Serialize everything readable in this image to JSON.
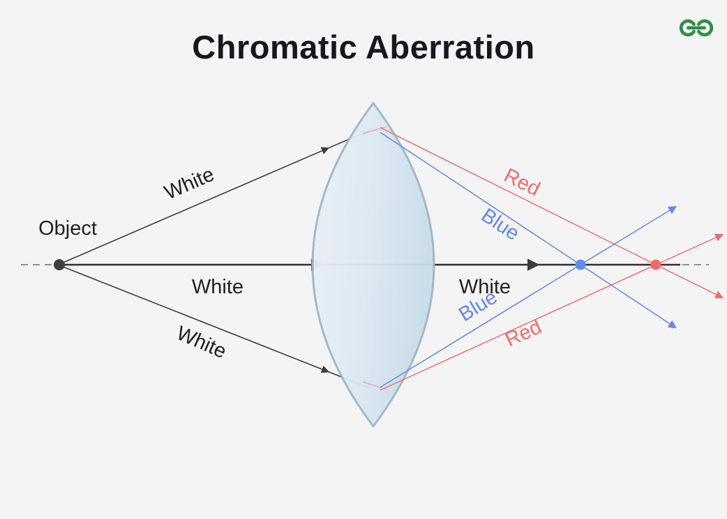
{
  "title": "Chromatic Aberration",
  "logo": {
    "alt": "GeeksforGeeks logo",
    "color": "#2f8d46"
  },
  "diagram": {
    "object_label": "Object",
    "labels": {
      "white_top": "White",
      "white_axis_left": "White",
      "white_bottom": "White",
      "white_axis_right": "White",
      "red_top": "Red",
      "blue_top": "Blue",
      "blue_bottom": "Blue",
      "red_bottom": "Red"
    },
    "colors": {
      "red": "#f26c6c",
      "blue": "#6488e8",
      "ray": "#3b3b3b",
      "axis": "#2e2e2e",
      "axis_dash": "#8f8f8f",
      "object_dot": "#3f3f43",
      "blue_focus_dot": "#5b8def",
      "red_focus_dot": "#f26c6c",
      "lens_stroke": "#9db7c9",
      "dispersion_tip": "#e9a0d5",
      "label_text": "#1f1f1f",
      "background": "#f4f4f5"
    }
  }
}
